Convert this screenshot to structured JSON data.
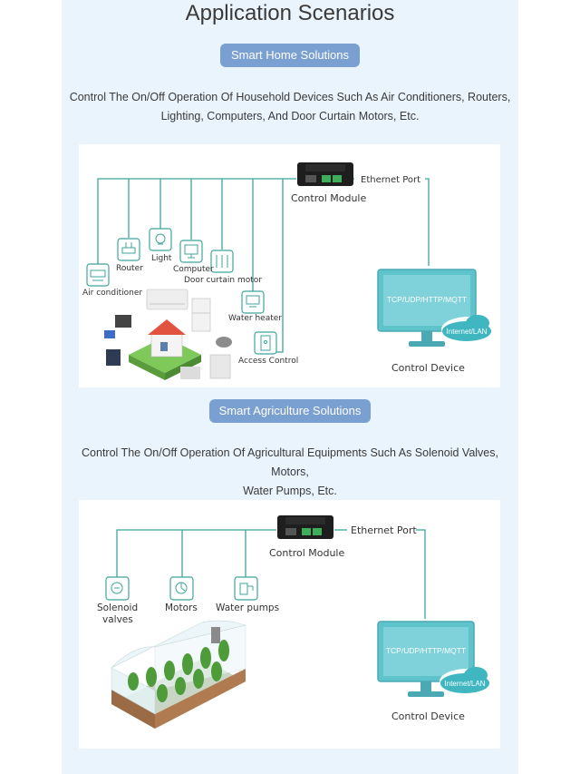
{
  "page": {
    "title": "Application Scenarios"
  },
  "smart_home": {
    "button_label": "Smart Home Solutions",
    "description_line1": "Control The On/Off Operation Of Household Devices Such As Air Conditioners, Routers,",
    "description_line2": "Lighting, Computers, And Door Curtain Motors, Etc.",
    "diagram": {
      "module_label": "Control Module",
      "port_label": "Ethernet Port",
      "devices": [
        {
          "label": "Router",
          "icon": "router-icon"
        },
        {
          "label": "Light",
          "icon": "light-icon"
        },
        {
          "label": "Computer",
          "icon": "computer-icon"
        },
        {
          "label": "Door curtain motor",
          "icon": "curtain-icon"
        },
        {
          "label": "Air conditioner",
          "icon": "air-conditioner-icon"
        },
        {
          "label": "Water heater",
          "icon": "water-heater-icon"
        },
        {
          "label": "Access Control",
          "icon": "access-control-icon"
        }
      ],
      "monitor_text": "TCP/UDP/HTTP/MQTT",
      "cloud_text": "Internet/LAN",
      "device_label": "Control Device"
    }
  },
  "smart_agriculture": {
    "button_label": "Smart Agriculture Solutions",
    "description_line1": "Control The On/Off Operation Of Agricultural Equipments Such As Solenoid Valves, Motors,",
    "description_line2": "Water Pumps, Etc.",
    "diagram": {
      "module_label": "Control Module",
      "port_label": "Ethernet Port",
      "devices": [
        {
          "label_line1": "Solenoid",
          "label_line2": "valves",
          "icon": "solenoid-valve-icon"
        },
        {
          "label_line1": "Motors",
          "label_line2": "",
          "icon": "motor-icon"
        },
        {
          "label_line1": "Water pumps",
          "label_line2": "",
          "icon": "water-pump-icon"
        }
      ],
      "monitor_text": "TCP/UDP/HTTP/MQTT",
      "cloud_text": "Internet/LAN",
      "device_label": "Control Device"
    }
  },
  "colors": {
    "panel_bg": "#eaf4fd",
    "pill_bg": "#7a9fd1",
    "line": "#3fa59a",
    "monitor": "#5fc3cc"
  }
}
